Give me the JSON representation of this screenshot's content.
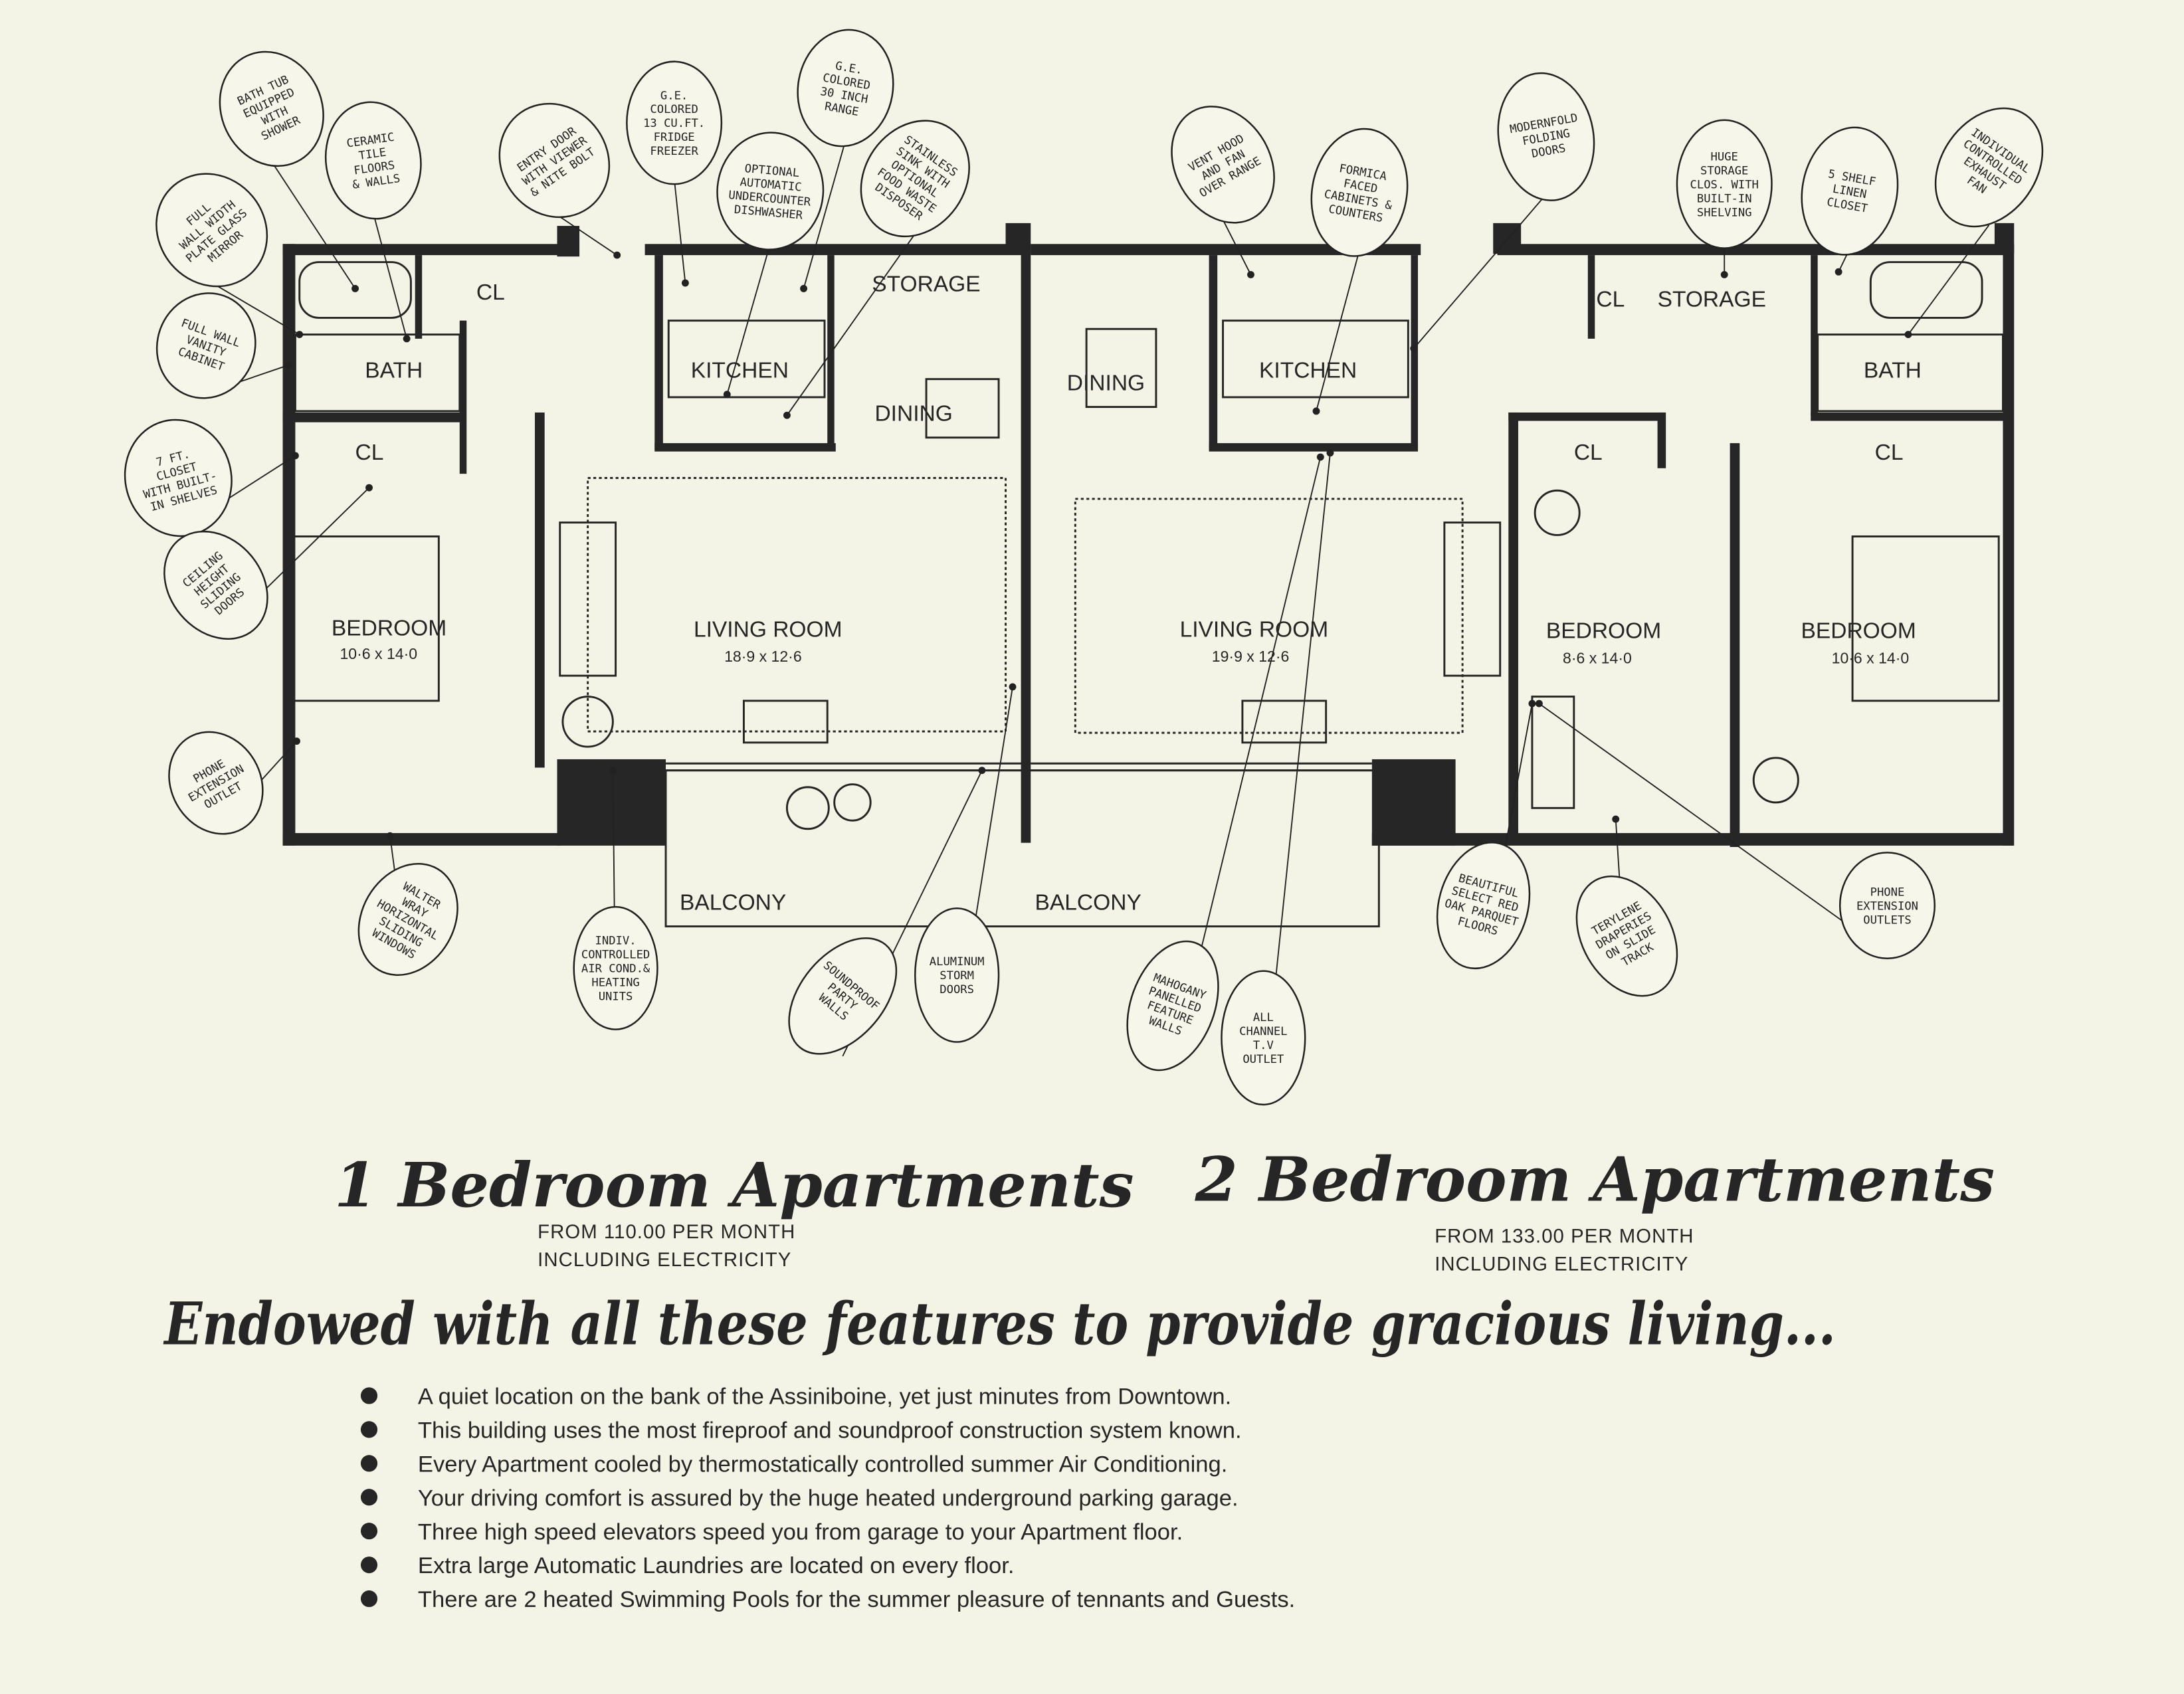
{
  "rooms": {
    "bath_left": "BATH",
    "cl_left_top": "CL",
    "cl_left_bed": "CL",
    "bedroom_left": "BEDROOM",
    "bedroom_left_dim": "10·6 x 14·0",
    "kitchen_left": "KITCHEN",
    "storage_left": "STORAGE",
    "dining_left": "DINING",
    "living_left": "LIVING  ROOM",
    "living_left_dim": "18·9 x 12·6",
    "balcony_left": "BALCONY",
    "balcony_right": "BALCONY",
    "dining_right": "DINING",
    "kitchen_right": "KITCHEN",
    "living_right": "LIVING  ROOM",
    "living_right_dim": "19·9  x 12·6",
    "cl_right_top": "CL",
    "storage_right": "STORAGE",
    "bath_right": "BATH",
    "cl_bed2": "CL",
    "cl_bed3": "CL",
    "bedroom_mid": "BEDROOM",
    "bedroom_mid_dim": "8·6 x 14·0",
    "bedroom_right": "BEDROOM",
    "bedroom_right_dim": "10·6 x 14·0"
  },
  "callouts": [
    {
      "lines": [
        "BATH TUB",
        "EQUIPPED",
        "WITH",
        "SHOWER"
      ]
    },
    {
      "lines": [
        "CERAMIC",
        "TILE",
        "FLOORS",
        "& WALLS"
      ]
    },
    {
      "lines": [
        "FULL",
        "WALL WIDTH",
        "PLATE GLASS",
        "MIRROR"
      ]
    },
    {
      "lines": [
        "FULL WALL",
        "VANITY",
        "CABINET"
      ]
    },
    {
      "lines": [
        "7  FT.",
        "CLOSET",
        "WITH BUILT-",
        "IN SHELVES"
      ]
    },
    {
      "lines": [
        "CEILING",
        "HEIGHT",
        "SLIDING",
        "DOORS"
      ]
    },
    {
      "lines": [
        "PHONE",
        "EXTENSION",
        "OUTLET"
      ]
    },
    {
      "lines": [
        "ENTRY DOOR",
        "WITH VIEWER",
        "& NITE BOLT"
      ]
    },
    {
      "lines": [
        "G.E.",
        "COLORED",
        "13 CU.FT.",
        "FRIDGE",
        "FREEZER"
      ]
    },
    {
      "lines": [
        "OPTIONAL",
        "AUTOMATIC",
        "UNDERCOUNTER",
        "DISHWASHER"
      ]
    },
    {
      "lines": [
        "G.E.",
        "COLORED",
        "30 INCH",
        "RANGE"
      ]
    },
    {
      "lines": [
        "STAINLESS",
        "SINK WITH",
        "OPTIONAL",
        "FOOD WASTE",
        "DISPOSER"
      ]
    },
    {
      "lines": [
        "WALTER",
        "WRAY",
        "HORIZONTAL",
        "SLIDING",
        "WINDOWS"
      ]
    },
    {
      "lines": [
        "INDIV.",
        "CONTROLLED",
        "AIR COND.&",
        "HEATING",
        "UNITS"
      ]
    },
    {
      "lines": [
        "SOUNDPROOF",
        "PARTY",
        "WALLS"
      ]
    },
    {
      "lines": [
        "ALUMINUM",
        "STORM",
        "DOORS"
      ]
    },
    {
      "lines": [
        "VENT HOOD",
        "AND FAN",
        "OVER RANGE"
      ]
    },
    {
      "lines": [
        "FORMICA",
        "FACED",
        "CABINETS &",
        "COUNTERS"
      ]
    },
    {
      "lines": [
        "MODERNFOLD",
        "FOLDING",
        "DOORS"
      ]
    },
    {
      "lines": [
        "HUGE",
        "STORAGE",
        "CLOS. WITH",
        "BUILT-IN",
        "SHELVING"
      ]
    },
    {
      "lines": [
        "5 SHELF",
        "LINEN",
        "CLOSET"
      ]
    },
    {
      "lines": [
        "INDIVIDUAL",
        "CONTROLLED",
        "EXHAUST",
        "FAN"
      ]
    },
    {
      "lines": [
        "MAHOGANY",
        "PANELLED",
        "FEATURE",
        "WALLS"
      ]
    },
    {
      "lines": [
        "ALL",
        "CHANNEL",
        "T.V",
        "OUTLET"
      ]
    },
    {
      "lines": [
        "BEAUTIFUL",
        "SELECT  RED",
        "OAK PARQUET",
        "FLOORS"
      ]
    },
    {
      "lines": [
        "TERYLENE",
        "DRAPERIES",
        "ON SLIDE",
        "TRACK"
      ]
    },
    {
      "lines": [
        "PHONE",
        "EXTENSION",
        "OUTLETS"
      ]
    }
  ],
  "one_bedroom": {
    "title": "1  Bedroom Apartments",
    "price": "FROM 110.00 PER MONTH",
    "note": "INCLUDING ELECTRICITY"
  },
  "two_bedroom": {
    "title": "2  Bedroom Apartments",
    "price": "FROM 133.00 PER MONTH",
    "note": "INCLUDING ELECTRICITY"
  },
  "tagline": "Endowed with all these features to provide gracious living...",
  "features": [
    "A quiet location on the bank of the Assiniboine, yet just minutes from Downtown.",
    "This building uses the most fireproof and soundproof construction system known.",
    "Every Apartment cooled by thermostatically controlled summer Air Conditioning.",
    "Your driving comfort is assured by the huge heated underground parking garage.",
    "Three high speed elevators speed you from garage to your Apartment floor.",
    "Extra large Automatic Laundries are located on every floor.",
    "There are 2 heated Swimming Pools for the summer pleasure of tennants and Guests."
  ],
  "colors": {
    "paper": "#f4f4e6",
    "ink": "#262626"
  }
}
